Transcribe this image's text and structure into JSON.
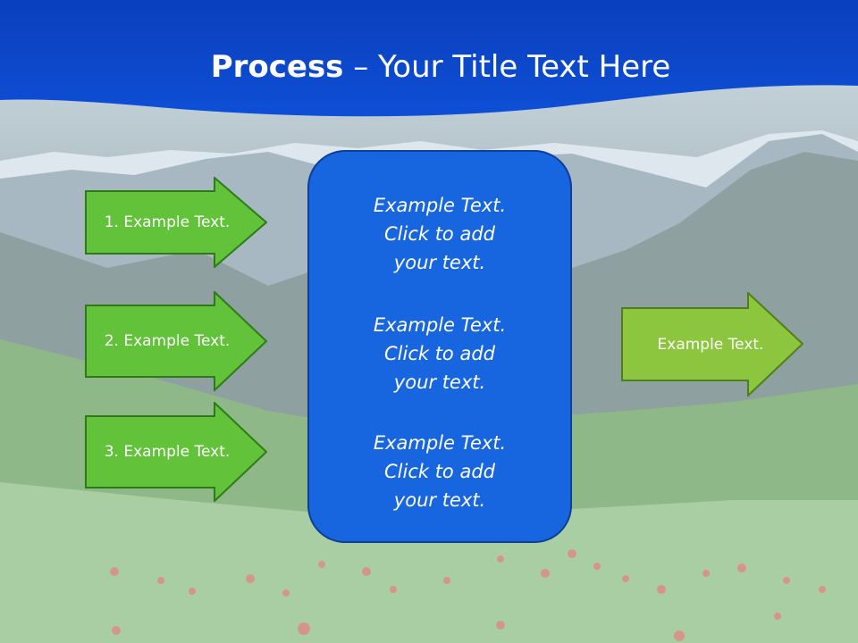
{
  "slide": {
    "title_bold": "Process",
    "title_rest": " – Your Title Text Here"
  },
  "left_arrows": [
    {
      "label": "1. Example Text."
    },
    {
      "label": "2. Example Text."
    },
    {
      "label": "3. Example Text."
    }
  ],
  "center_box": {
    "blocks": [
      {
        "line1": "Example Text.",
        "line2": "Click  to add",
        "line3": "your text."
      },
      {
        "line1": "Example Text.",
        "line2": "Click  to add",
        "line3": "your text."
      },
      {
        "line1": "Example Text.",
        "line2": "Click  to add",
        "line3": "your text."
      }
    ]
  },
  "right_arrow": {
    "label": "Example Text."
  },
  "colors": {
    "header_blue": "#0d43c8",
    "arrow_green": "#62c23a",
    "arrow_light_green": "#8cc63e",
    "box_blue": "#1766e0"
  }
}
